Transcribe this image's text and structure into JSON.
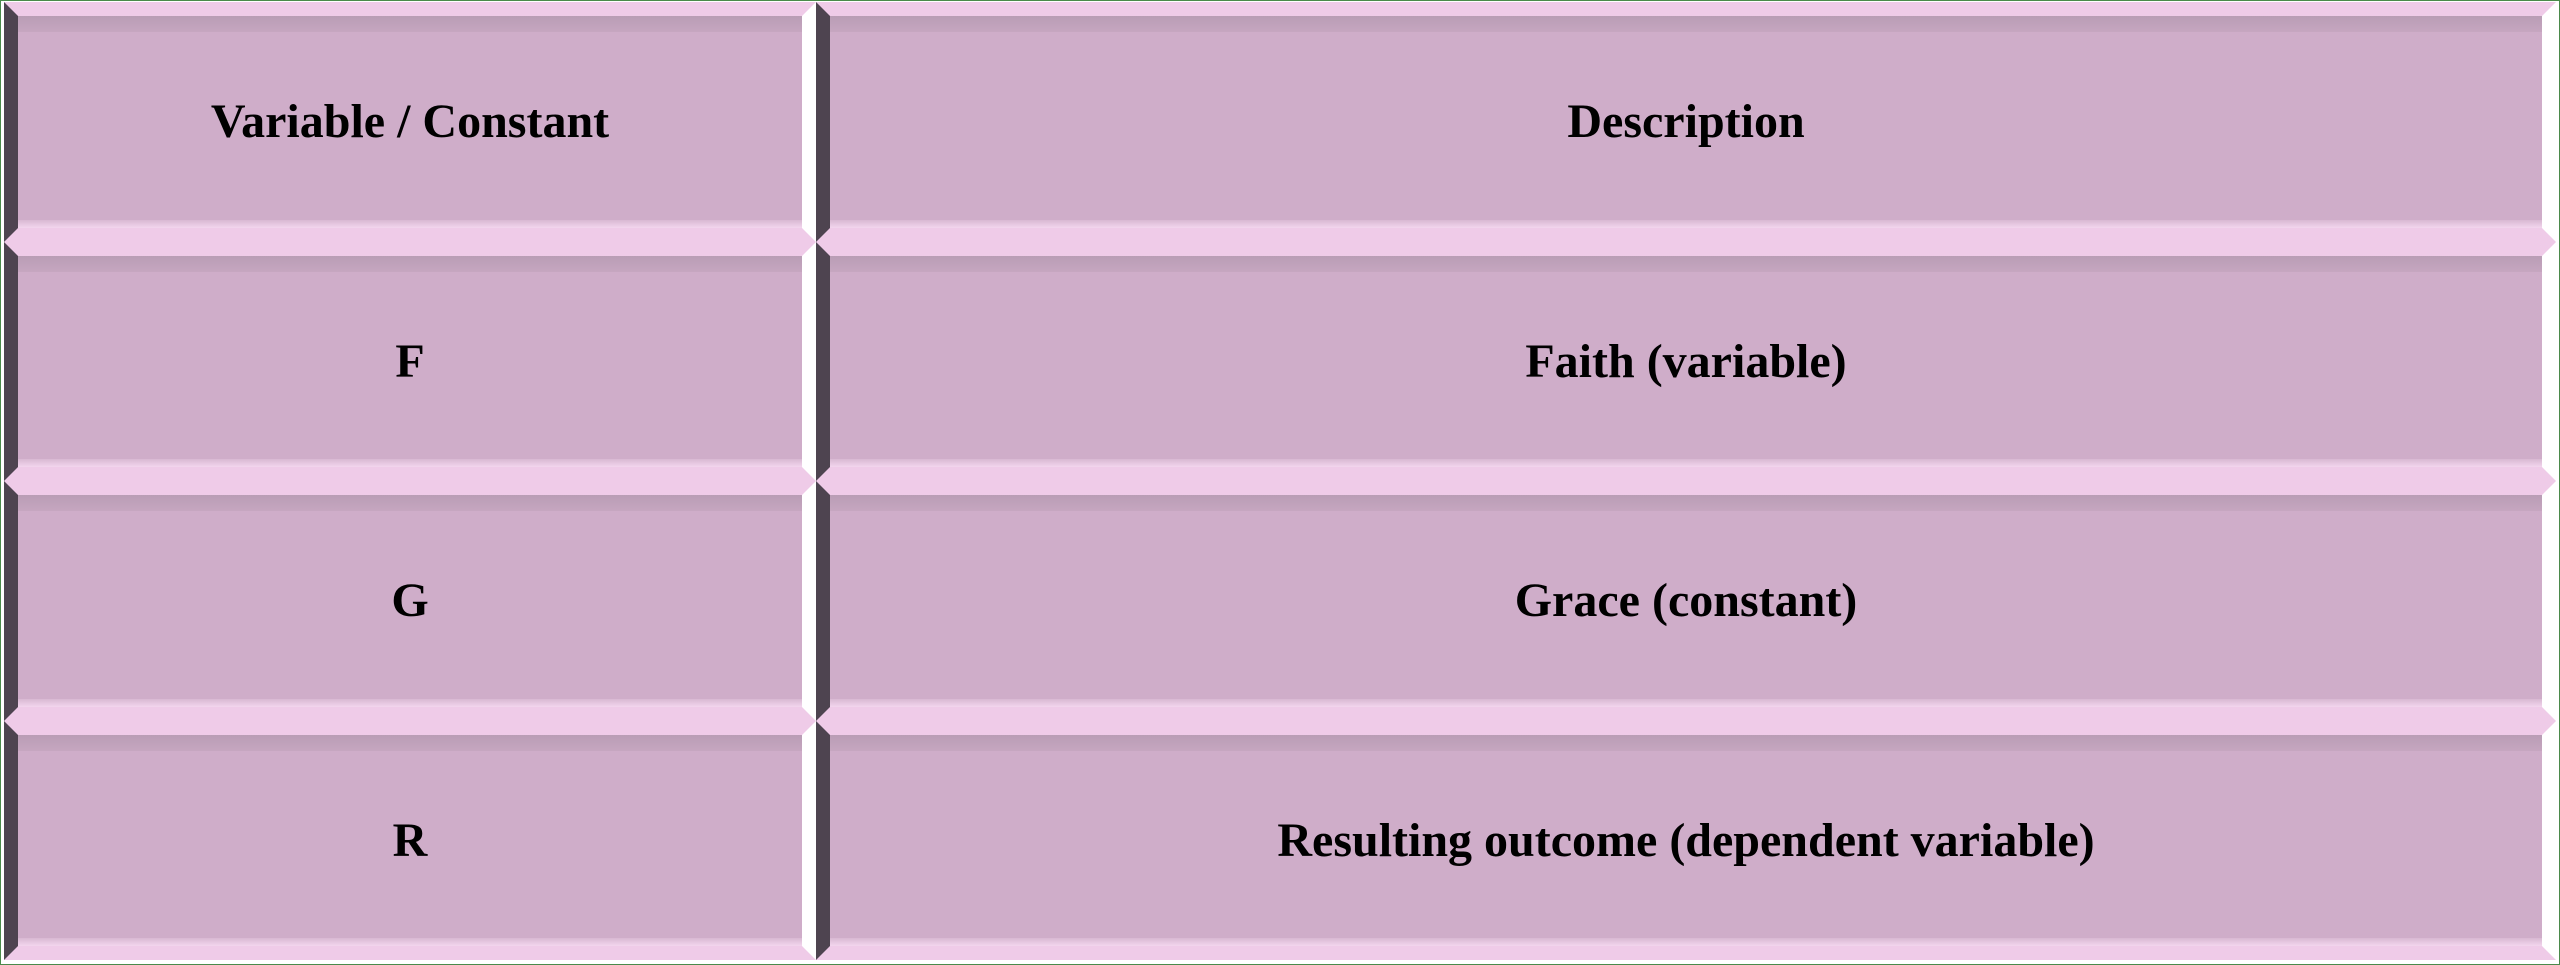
{
  "table": {
    "headers": [
      "Variable / Constant",
      "Description"
    ],
    "rows": [
      [
        "F",
        "Faith (variable)"
      ],
      [
        "G",
        "Grace (constant)"
      ],
      [
        "R",
        "Resulting outcome (dependent variable)"
      ]
    ]
  },
  "colors": {
    "cell_fill": "#cfadc9",
    "bevel_light": "#efcbe8",
    "bevel_dark": "#4e4450"
  }
}
